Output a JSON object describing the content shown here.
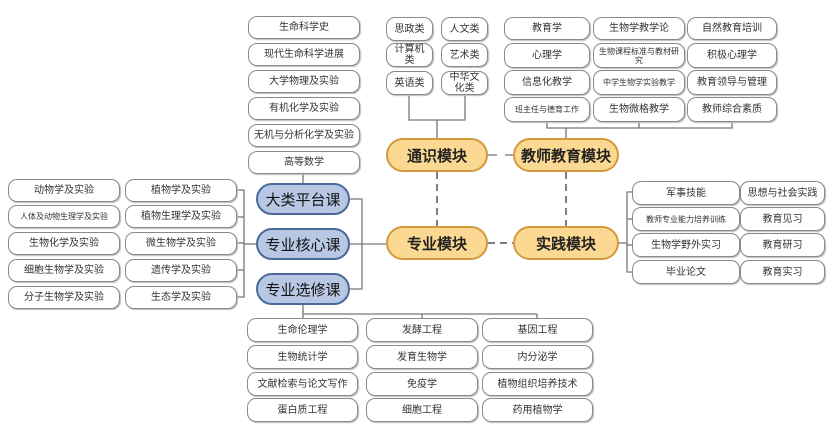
{
  "modules": {
    "general": "通识模块",
    "teacher": "教师教育模块",
    "major": "专业模块",
    "practice": "实践模块"
  },
  "major_subs": [
    "大类平台课",
    "专业核心课",
    "专业选修课"
  ],
  "platform_courses": [
    "生命科学史",
    "现代生命科学进展",
    "大学物理及实验",
    "有机化学及实验",
    "无机与分析化学及实验",
    "高等数学"
  ],
  "general_categories": [
    "思政类",
    "人文类",
    "计算机类",
    "艺术类",
    "英语类",
    "中华文化类"
  ],
  "teacher_courses": [
    [
      "教育学",
      "生物学教学论",
      "自然教育培训"
    ],
    [
      "心理学",
      "生物课程标准与教材研究",
      "积极心理学"
    ],
    [
      "信息化教学",
      "中学生物学实验教学",
      "教育领导与管理"
    ],
    [
      "班主任与德育工作",
      "生物微格教学",
      "教师综合素质"
    ]
  ],
  "core_courses": [
    [
      "动物学及实验",
      "植物学及实验"
    ],
    [
      "人体及动物生理学及实验",
      "植物生理学及实验"
    ],
    [
      "生物化学及实验",
      "微生物学及实验"
    ],
    [
      "细胞生物学及实验",
      "遗传学及实验"
    ],
    [
      "分子生物学及实验",
      "生态学及实验"
    ]
  ],
  "practice_courses": [
    [
      "军事技能",
      "思想与社会实践"
    ],
    [
      "教师专业能力培养训练",
      "教育见习"
    ],
    [
      "生物学野外实习",
      "教育研习"
    ],
    [
      "毕业论文",
      "教育实习"
    ]
  ],
  "elective_courses": [
    [
      "生命伦理学",
      "发酵工程",
      "基因工程"
    ],
    [
      "生物统计学",
      "发育生物学",
      "内分泌学"
    ],
    [
      "文献检索与论文写作",
      "免疫学",
      "植物组织培养技术"
    ],
    [
      "蛋白质工程",
      "细胞工程",
      "药用植物学"
    ]
  ]
}
